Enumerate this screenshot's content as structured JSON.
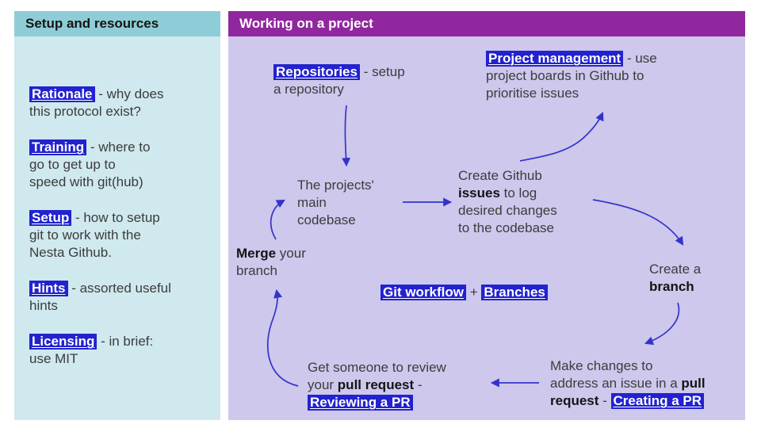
{
  "colors": {
    "page_bg": "#ffffff",
    "left_header_bg": "#8ecdd7",
    "left_body_bg": "#cfe9ee",
    "right_header_bg": "#91279e",
    "right_body_bg": "#cdc8ec",
    "link_bg": "#2222cf",
    "link_text": "#ffffff",
    "arrow": "#3333cc",
    "body_text": "#3c3c3c"
  },
  "left_panel": {
    "title": "Setup and resources",
    "items": [
      {
        "link": "Rationale",
        "text": " - why does\nthis protocol exist?"
      },
      {
        "link": "Training",
        "text": " - where to\ngo to get up to\nspeed with git(hub)"
      },
      {
        "link": "Setup",
        "text": " - how to setup\ngit to work with the\nNesta Github."
      },
      {
        "link": "Hints",
        "text": " - assorted useful\nhints"
      },
      {
        "link": "Licensing",
        "text": " - in brief:\nuse MIT"
      }
    ]
  },
  "right_panel": {
    "title": "Working on a project",
    "nodes": {
      "repositories": {
        "link": "Repositories",
        "t2": " - setup\na repository"
      },
      "project_mgmt": {
        "link": "Project management",
        "t2": " - use\nproject boards in Github to\nprioritise issues"
      },
      "codebase": {
        "t1": "The projects'\nmain\ncodebase"
      },
      "create_issues": {
        "t1": "Create Github\n",
        "b1": "issues",
        "t2": " to log\ndesired changes\nto the codebase"
      },
      "create_branch": {
        "t1": "Create a\n",
        "b1": "branch"
      },
      "git_workflow": {
        "link1": "Git workflow",
        "t1": " + ",
        "link2": "Branches"
      },
      "merge": {
        "b1": "Merge",
        "t2": " your\nbranch"
      },
      "review": {
        "t1": "Get someone to review\nyour ",
        "b1": "pull request",
        "t2": " - \n",
        "link": "Reviewing a PR"
      },
      "make_changes": {
        "t1": "Make changes to\naddress an issue in a ",
        "b1": "pull\nrequest",
        "t2": " - ",
        "link": "Creating a PR"
      }
    },
    "edges": [
      {
        "from": "Repositories",
        "to": "The projects' main codebase"
      },
      {
        "from": "The projects' main codebase",
        "to": "Create Github issues"
      },
      {
        "from": "Create Github issues",
        "to": "Project management"
      },
      {
        "from": "Create Github issues",
        "to": "Create a branch"
      },
      {
        "from": "Create a branch",
        "to": "Make changes in a pull request"
      },
      {
        "from": "Make changes in a pull request",
        "to": "Get someone to review your pull request"
      },
      {
        "from": "Get someone to review your pull request",
        "to": "Merge your branch"
      },
      {
        "from": "Merge your branch",
        "to": "The projects' main codebase"
      }
    ]
  }
}
